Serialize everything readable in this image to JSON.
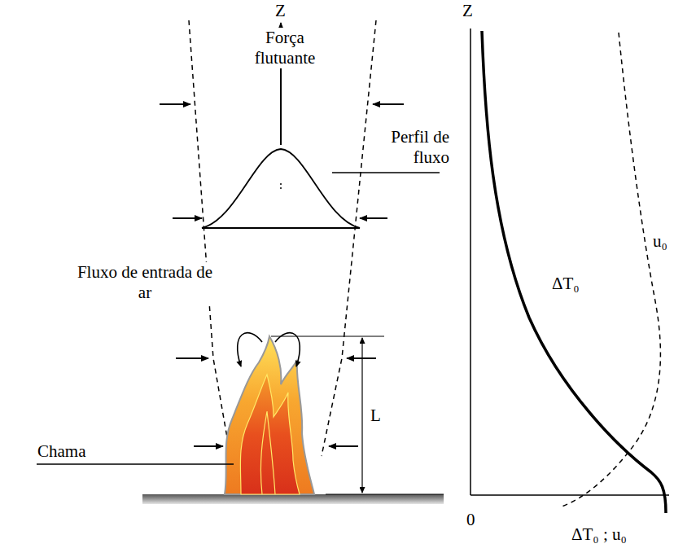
{
  "diagram": {
    "labels": [
      "Z",
      "Força flutuante",
      "Perfil de fluxo",
      "Fluxo de entrada de ar",
      "L",
      "Chama",
      "Z",
      "ΔT₀",
      "u₀",
      "0",
      "ΔT₀ ; u₀"
    ]
  }
}
